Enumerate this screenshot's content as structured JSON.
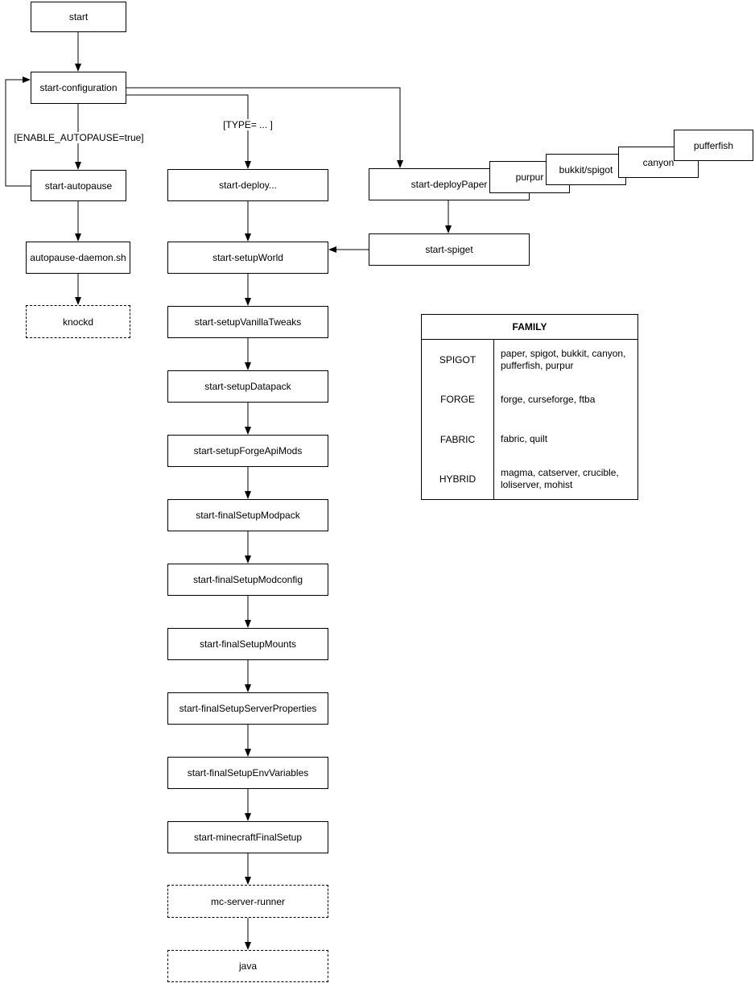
{
  "diagram": {
    "colors": {
      "stroke": "#000000",
      "fill": "#ffffff",
      "text": "#000000",
      "background": "#ffffff"
    },
    "nodes": {
      "start": {
        "label": "start"
      },
      "start_configuration": {
        "label": "start-configuration"
      },
      "start_autopause": {
        "label": "start-autopause"
      },
      "autopause_daemon": {
        "label": "autopause-daemon.sh"
      },
      "knockd": {
        "label": "knockd"
      },
      "start_deploy": {
        "label": "start-deploy..."
      },
      "start_setup_world": {
        "label": "start-setupWorld"
      },
      "start_setup_vanilla_tweaks": {
        "label": "start-setupVanillaTweaks"
      },
      "start_setup_datapack": {
        "label": "start-setupDatapack"
      },
      "start_setup_forge_api_mods": {
        "label": "start-setupForgeApiMods"
      },
      "start_final_setup_modpack": {
        "label": "start-finalSetupModpack"
      },
      "start_final_setup_modconfig": {
        "label": "start-finalSetupModconfig"
      },
      "start_final_setup_mounts": {
        "label": "start-finalSetupMounts"
      },
      "start_final_setup_server_properties": {
        "label": "start-finalSetupServerProperties"
      },
      "start_final_setup_env_variables": {
        "label": "start-finalSetupEnvVariables"
      },
      "start_minecraft_final_setup": {
        "label": "start-minecraftFinalSetup"
      },
      "mc_server_runner": {
        "label": "mc-server-runner"
      },
      "java": {
        "label": "java"
      },
      "start_deploy_paper": {
        "label": "start-deployPaper"
      },
      "purpur": {
        "label": "purpur"
      },
      "bukkit_spigot": {
        "label": "bukkit/spigot"
      },
      "canyon": {
        "label": "canyon"
      },
      "pufferfish": {
        "label": "pufferfish"
      },
      "start_spiget": {
        "label": "start-spiget"
      }
    },
    "edge_labels": {
      "enable_autopause": "[ENABLE_AUTOPAUSE=true]",
      "type": "[TYPE= ... ]"
    },
    "family_table": {
      "title": "FAMILY",
      "rows": [
        {
          "family": "SPIGOT",
          "members": "paper, spigot, bukkit, canyon, pufferfish, purpur"
        },
        {
          "family": "FORGE",
          "members": "forge, curseforge, ftba"
        },
        {
          "family": "FABRIC",
          "members": "fabric, quilt"
        },
        {
          "family": "HYBRID",
          "members": "magma, catserver, crucible, loliserver, mohist"
        }
      ]
    }
  }
}
